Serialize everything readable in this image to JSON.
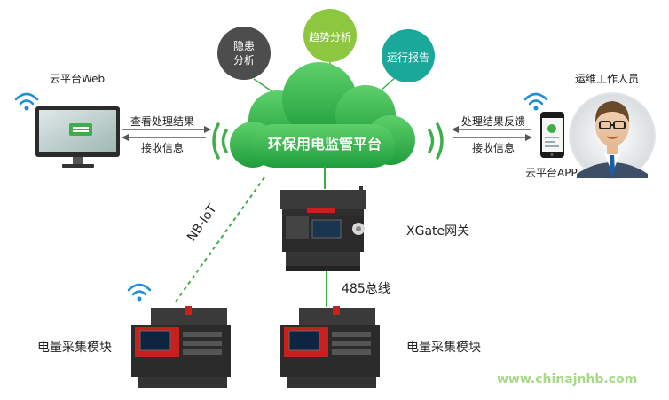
{
  "platform": {
    "title": "环保用电监管平台"
  },
  "bubbles": [
    {
      "label_1": "隐患",
      "label_2": "分析",
      "color": "#4d4d4d"
    },
    {
      "label_1": "趋势分析",
      "label_2": "",
      "color": "#8dc63f"
    },
    {
      "label_1": "运行报告",
      "label_2": "",
      "color": "#1aa89b"
    }
  ],
  "left": {
    "title": "云平台Web",
    "arrow_out_label": "查看处理结果",
    "arrow_in_label": "接收信息"
  },
  "right": {
    "title": "运维工作人员",
    "arrow_out_label": "处理结果反馈",
    "arrow_in_label": "接收信息",
    "app_label": "云平台APP"
  },
  "links": {
    "nbiot_label": "NB-IoT",
    "bus_label": "485总线"
  },
  "gateway": {
    "label": "XGate网关"
  },
  "modules": [
    {
      "label": "电量采集模块"
    },
    {
      "label": "电量采集模块"
    }
  ],
  "watermark": "www.chinajnhb.com",
  "colors": {
    "cloud": "#2db34a",
    "accent_green": "#3fae4a",
    "device_dark": "#2a2a2a",
    "device_red": "#c8201c"
  }
}
